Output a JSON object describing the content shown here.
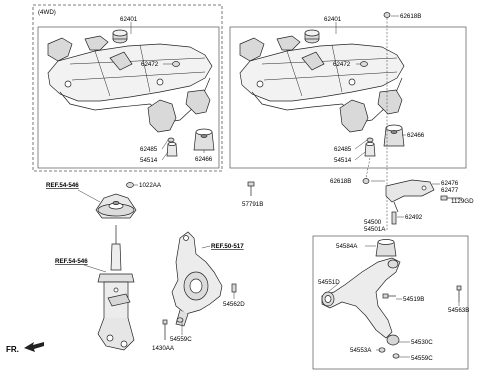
{
  "boxes": {
    "left_title": "(4WD)"
  },
  "labels": {
    "l_62401": "62401",
    "l_62472": "62472",
    "l_62485": "62485",
    "l_54514": "54514",
    "l_62466": "62466",
    "r_62401": "62401",
    "r_62618B_top": "62618B",
    "r_62472": "62472",
    "r_62466": "62466",
    "r_62485": "62485",
    "r_54514": "54514",
    "r_62618B_mid": "62618B",
    "r_62476": "62476",
    "r_62477": "62477",
    "r_1129GD": "1129GD",
    "r_62492": "62492",
    "r_54500": "54500",
    "r_54501A": "54501A",
    "r_57791B": "57791B",
    "s_1022AA": "1022AA",
    "s_ref_top": "REF.54-546",
    "s_ref_strut": "REF.54-546",
    "k_ref": "REF.50-517",
    "k_54562D": "54562D",
    "k_54559C": "54559C",
    "k_1430AA": "1430AA",
    "a_54584A": "54584A",
    "a_54551D": "54551D",
    "a_54519B": "54519B",
    "a_54563B": "54563B",
    "a_54530C": "54530C",
    "a_54553A": "54553A",
    "a_54559C": "54559C"
  },
  "footer": {
    "fr": "FR."
  },
  "colors": {
    "line": "#222222",
    "part_fill": "#f2f2f2",
    "part_shade": "#d9d9d9",
    "box_border": "#555555"
  }
}
